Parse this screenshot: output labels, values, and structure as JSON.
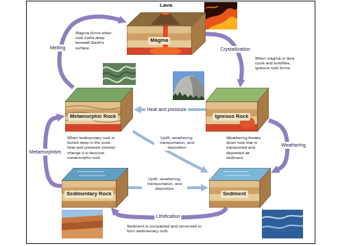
{
  "diagram": {
    "nodes": [
      {
        "text": [
          "Magma"
        ]
      },
      {
        "text": [
          "Metamorphic Rock"
        ]
      },
      {
        "text": [
          "Igneous Rock"
        ]
      },
      {
        "text": [
          "Sedimentary Rock"
        ]
      },
      {
        "text": [
          "Sediment"
        ]
      }
    ],
    "edges": [
      {
        "from": 0,
        "to": 2,
        "label": "Crystallization",
        "arrow": "to"
      },
      {
        "from": 2,
        "to": 4,
        "label": "Weathering",
        "arrow": "to"
      },
      {
        "from": 4,
        "to": 3,
        "label": "Lithification",
        "arrow": "to"
      },
      {
        "from": 3,
        "to": 1,
        "label": "Metamorphism",
        "arrow": "to"
      },
      {
        "from": 1,
        "to": 0,
        "label": "Melting",
        "arrow": "to"
      },
      {
        "from": 2,
        "to": 1,
        "label": "Heat and pressure",
        "arrow": "to"
      },
      {
        "from": 1,
        "to": 4,
        "label": "Uplift, weathering, transportation, and deposition",
        "arrow": "to"
      },
      {
        "from": 3,
        "to": 4,
        "label": "Uplift, weathering, transportation, and deposition",
        "arrow": "to"
      }
    ],
    "labels": [
      "Lava",
      "Magma forms when rock melts deep beneath Earth's surface.",
      "When magma or lava cools and solidifies, igneous rock forms.",
      "Weathering breaks down rock that is transported and deposited as sediment.",
      "Sediment is compacted and cemented to form sedimentary rock.",
      "When sedimentary rock is buried deep in the crust, heat and pressure (stress) change it to become metamorphic rock."
    ]
  }
}
